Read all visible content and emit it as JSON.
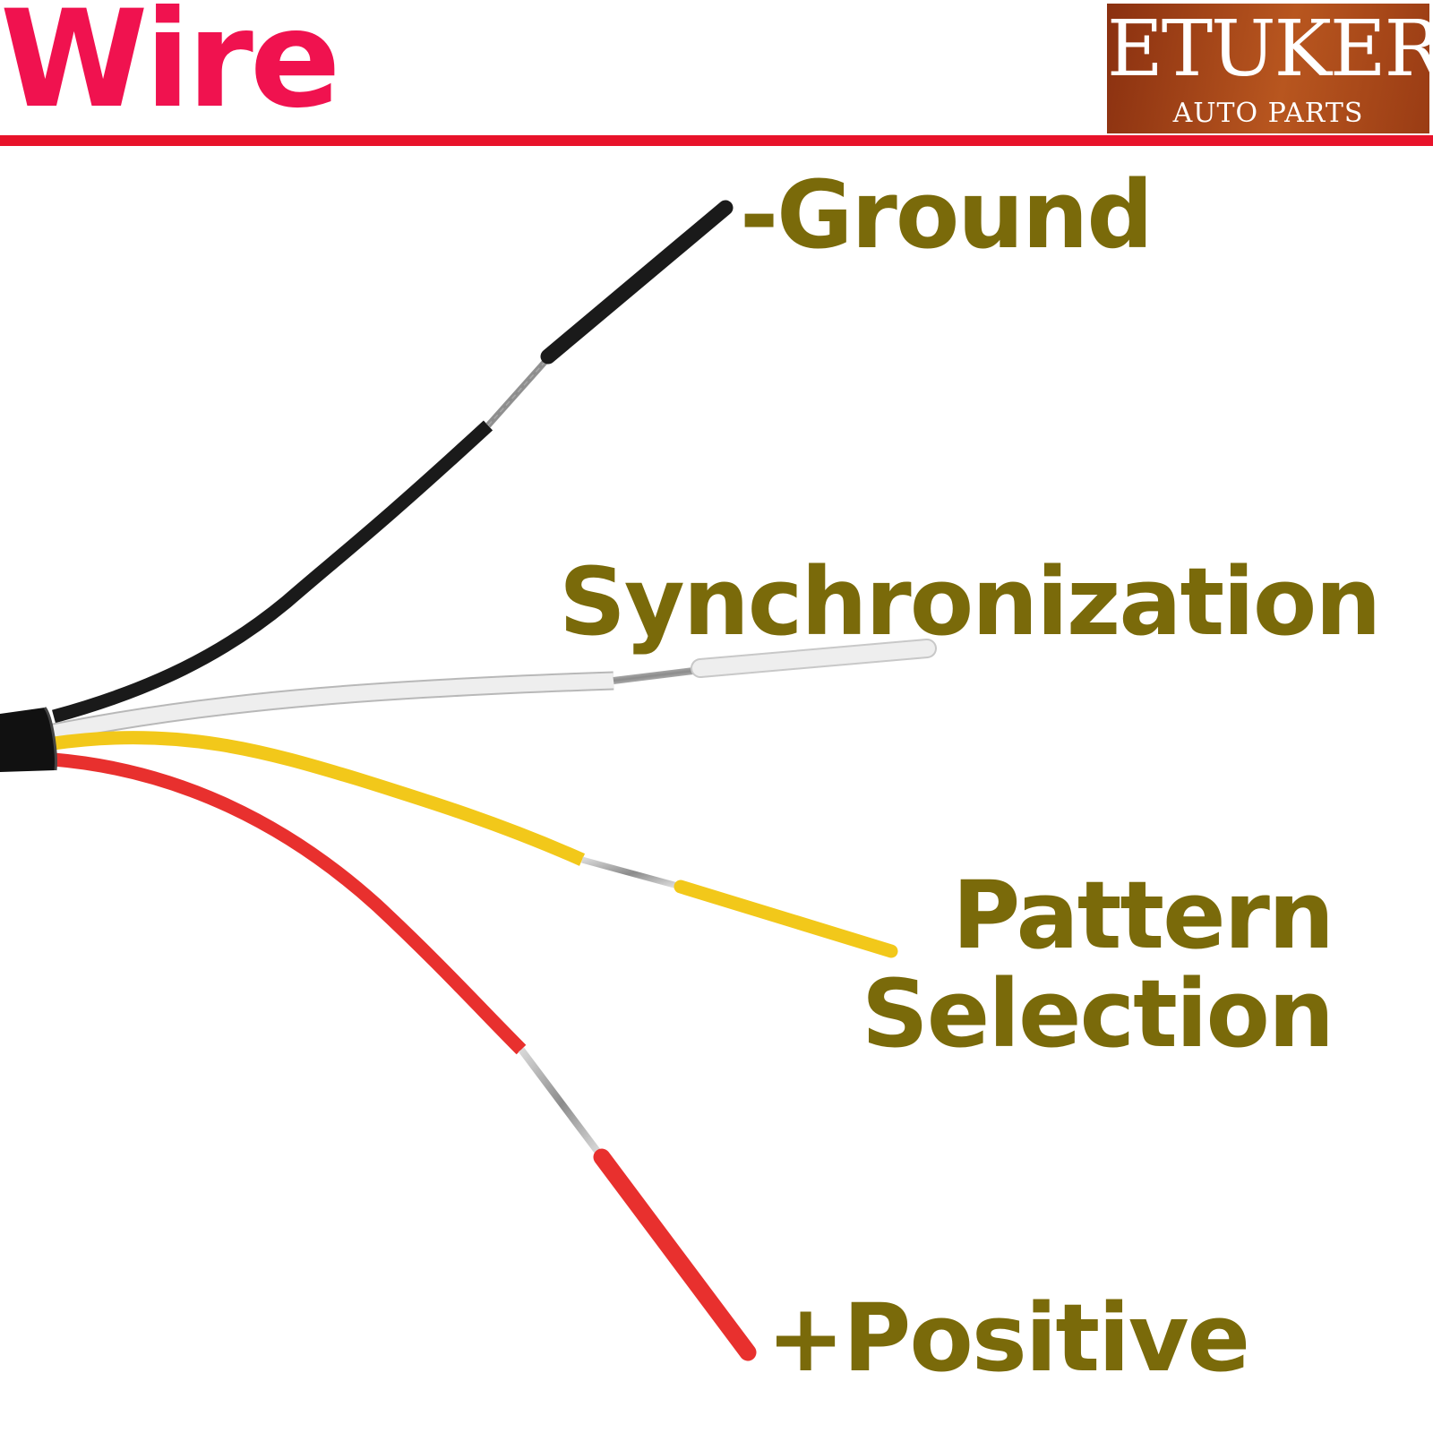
{
  "header": {
    "title": "Wire",
    "title_color": "#f0124f",
    "rule_color": "#e8122a"
  },
  "logo": {
    "brand": "ETUKER",
    "subtitle": "AUTO PARTS",
    "background_colors": [
      "#8a3010",
      "#b8561f",
      "#9a3c14"
    ]
  },
  "label_color": "#7a6a0a",
  "wires": [
    {
      "id": "ground",
      "label": "-Ground",
      "insulation_color": "#1a1a1a"
    },
    {
      "id": "synchronization",
      "label": "Synchronization",
      "insulation_color": "#eeeeee"
    },
    {
      "id": "pattern-selection",
      "label_line1": "Pattern",
      "label_line2": "Selection",
      "insulation_color": "#f2c81a"
    },
    {
      "id": "positive",
      "label": "+Positive",
      "insulation_color": "#e8302e"
    }
  ],
  "conductor_color": "#a8a8a8",
  "cable_jacket_color": "#111111"
}
